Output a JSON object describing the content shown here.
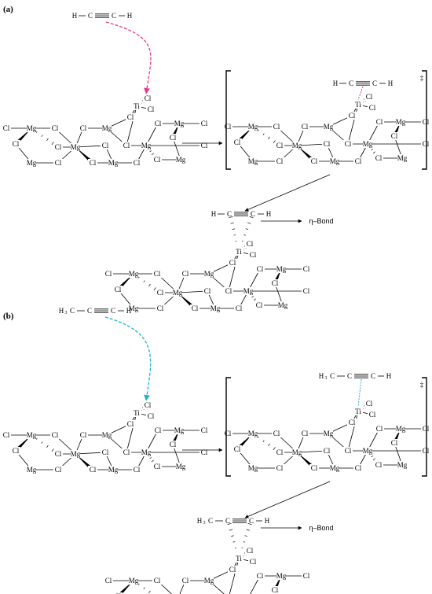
{
  "panels": {
    "a": "(a)",
    "b": "(b)"
  },
  "molecules": {
    "acetylene": [
      "H",
      "C",
      "C",
      "H"
    ],
    "propyne": [
      "H",
      "3",
      "C",
      "C",
      "C",
      "H"
    ]
  },
  "atoms": {
    "cl": "Cl",
    "mg": "Mg",
    "ti": "Ti"
  },
  "labels": {
    "dagger": "‡",
    "eta_bond": "η–Bond"
  },
  "colors": {
    "arrow_a": "#e8368f",
    "arrow_b": "#1fb3c8",
    "line": "#000000"
  }
}
